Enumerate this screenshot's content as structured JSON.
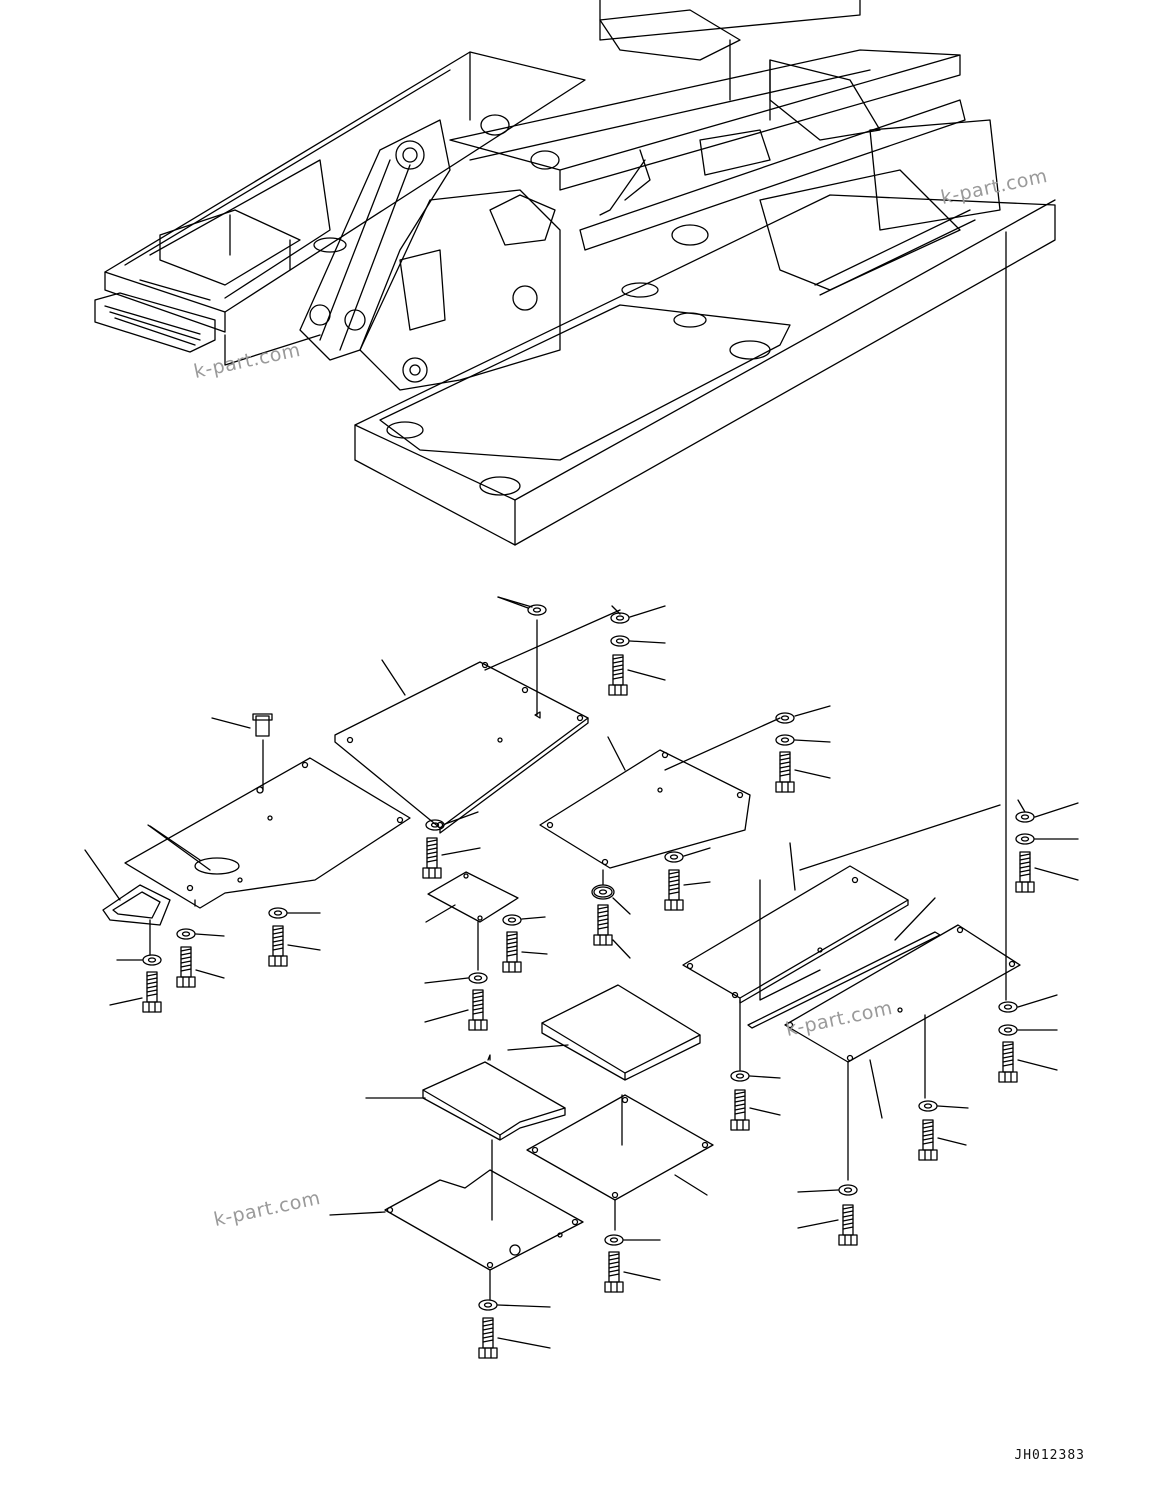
{
  "watermarks": [
    "k-part.com",
    "k-part.com",
    "k-part.com",
    "k-part.com"
  ],
  "drawing_code": "JH012383"
}
